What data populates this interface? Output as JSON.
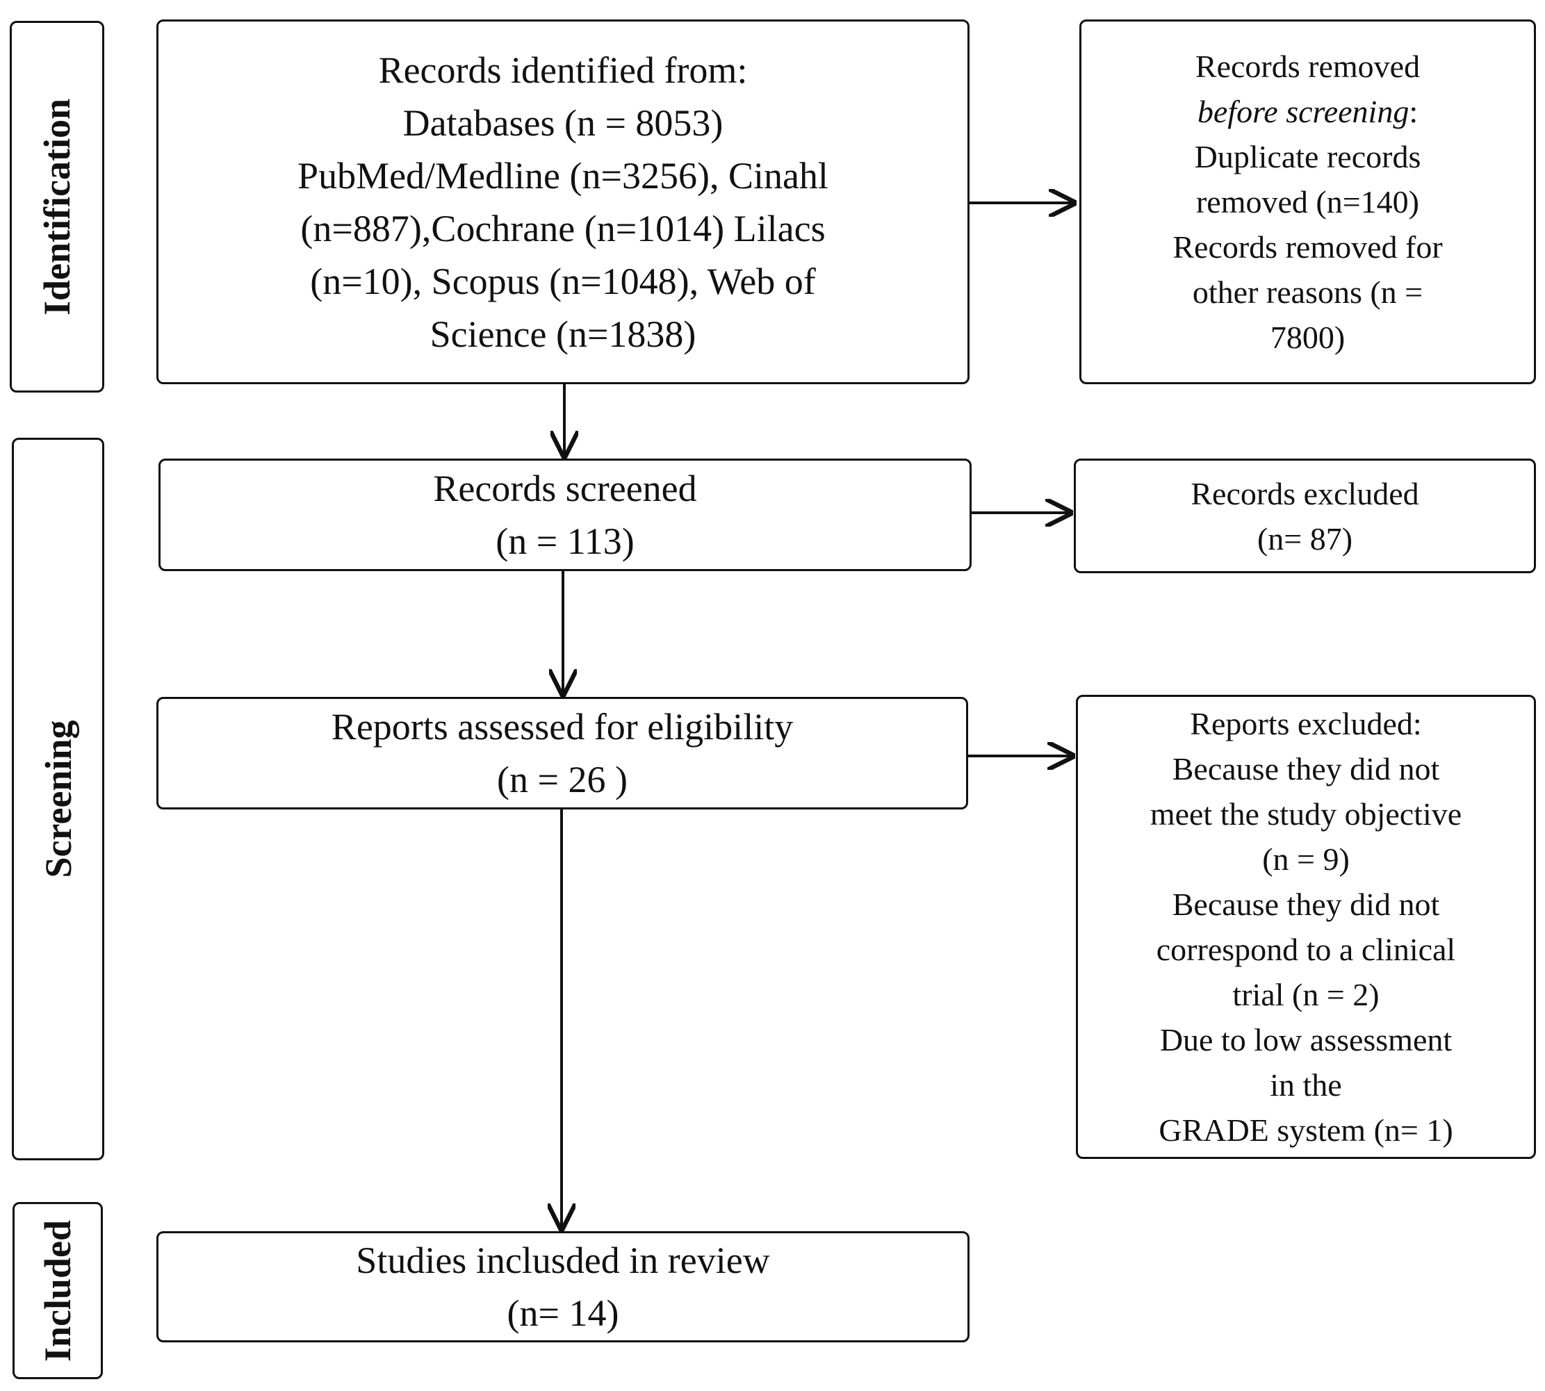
{
  "phases": {
    "identification": "Identification",
    "screening": "Screening",
    "included": "Included"
  },
  "identification_box": {
    "line1": "Records identified from:",
    "line2": "Databases (n = 8053)",
    "line3": "PubMed/Medline (n=3256), Cinahl",
    "line4": "(n=887),Cochrane (n=1014) Lilacs",
    "line5": "(n=10), Scopus (n=1048), Web of",
    "line6": "Science (n=1838)"
  },
  "removed_box": {
    "line1": "Records removed",
    "line2_italic": "before screening",
    "line2_suffix": ":",
    "line3": "Duplicate records",
    "line4": "removed (n=140)",
    "line5": "Records removed for",
    "line6": "other reasons (n =",
    "line7": "7800)"
  },
  "screened_box": {
    "line1": "Records screened",
    "line2": "(n = 113)"
  },
  "excluded_box": {
    "line1": "Records excluded",
    "line2": "(n= 87)"
  },
  "assessed_box": {
    "line1": "Reports assessed for eligibility",
    "line2": "(n = 26 )"
  },
  "reports_excluded_box": {
    "line1": "Reports excluded:",
    "line2": "Because they did not",
    "line3": "meet the study objective",
    "line4": "(n = 9)",
    "line5": "Because they did not",
    "line6": "correspond to a clinical",
    "line7": "trial (n = 2)",
    "line8": "Due to low assessment",
    "line9": "in the",
    "line10": "GRADE system (n= 1)"
  },
  "included_box": {
    "line1": "Studies inclusded in review",
    "line2": "(n= 14)"
  }
}
